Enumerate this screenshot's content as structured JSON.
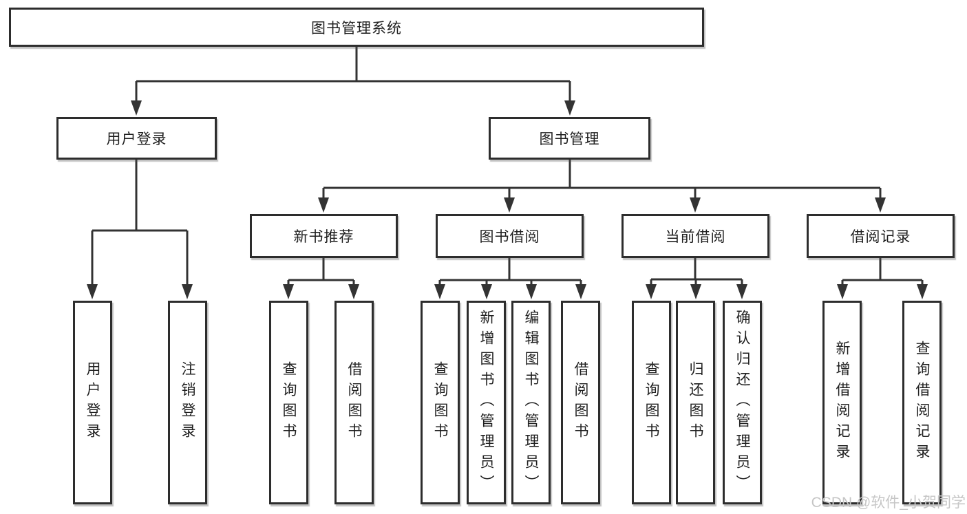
{
  "tree": {
    "label": "图书管理系统",
    "children": [
      {
        "label": "用户登录",
        "children": [
          {
            "label": "用户登录"
          },
          {
            "label": "注销登录"
          }
        ]
      },
      {
        "label": "图书管理",
        "children": [
          {
            "label": "新书推荐",
            "children": [
              {
                "label": "查询图书"
              },
              {
                "label": "借阅图书"
              }
            ]
          },
          {
            "label": "图书借阅",
            "children": [
              {
                "label": "查询图书"
              },
              {
                "label": "新增图书（管理员）"
              },
              {
                "label": "编辑图书（管理员）"
              },
              {
                "label": "借阅图书"
              }
            ]
          },
          {
            "label": "当前借阅",
            "children": [
              {
                "label": "查询图书"
              },
              {
                "label": "归还图书"
              },
              {
                "label": "确认归还（管理员）"
              }
            ]
          },
          {
            "label": "借阅记录",
            "children": [
              {
                "label": "新增借阅记录"
              },
              {
                "label": "查询借阅记录"
              }
            ]
          }
        ]
      }
    ]
  },
  "watermark": "CSDN @软件_小贺同学",
  "colors": {
    "line": "#333333",
    "box_border": "#2d2d2d",
    "text": "#1f1f1f",
    "watermark": "#c6c6c6",
    "background": "#ffffff"
  }
}
